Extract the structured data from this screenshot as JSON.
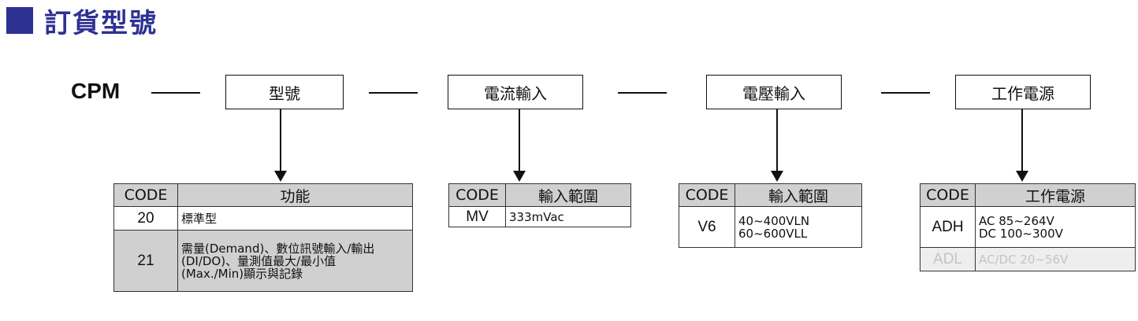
{
  "heading": {
    "title": "訂貨型號",
    "accent_color": "#2d3192"
  },
  "model": {
    "prefix": "CPM"
  },
  "fields": [
    {
      "label": "型號",
      "table": {
        "headers": [
          "CODE",
          "功能"
        ],
        "rows": [
          {
            "code": "20",
            "lines": [
              "標準型"
            ],
            "shaded": false,
            "faded": false
          },
          {
            "code": "21",
            "lines": [
              "需量(Demand)、數位訊號輸入/輸出",
              "(DI/DO)、量測值最大/最小值",
              "(Max./Min)顯示與記錄"
            ],
            "shaded": true,
            "faded": false
          }
        ]
      }
    },
    {
      "label": "電流輸入",
      "table": {
        "headers": [
          "CODE",
          "輸入範圍"
        ],
        "rows": [
          {
            "code": "MV",
            "lines": [
              "333mVac"
            ],
            "shaded": false,
            "faded": false
          }
        ]
      }
    },
    {
      "label": "電壓輸入",
      "table": {
        "headers": [
          "CODE",
          "輸入範圍"
        ],
        "rows": [
          {
            "code": "V6",
            "lines": [
              "40~400VLN",
              "60~600VLL"
            ],
            "shaded": false,
            "faded": false
          }
        ]
      }
    },
    {
      "label": "工作電源",
      "table": {
        "headers": [
          "CODE",
          "工作電源"
        ],
        "rows": [
          {
            "code": "ADH",
            "lines": [
              "AC 85~264V",
              "DC 100~300V"
            ],
            "shaded": false,
            "faded": false
          },
          {
            "code": "ADL",
            "lines": [
              "AC/DC 20~56V"
            ],
            "shaded": false,
            "faded": true
          }
        ]
      }
    }
  ]
}
